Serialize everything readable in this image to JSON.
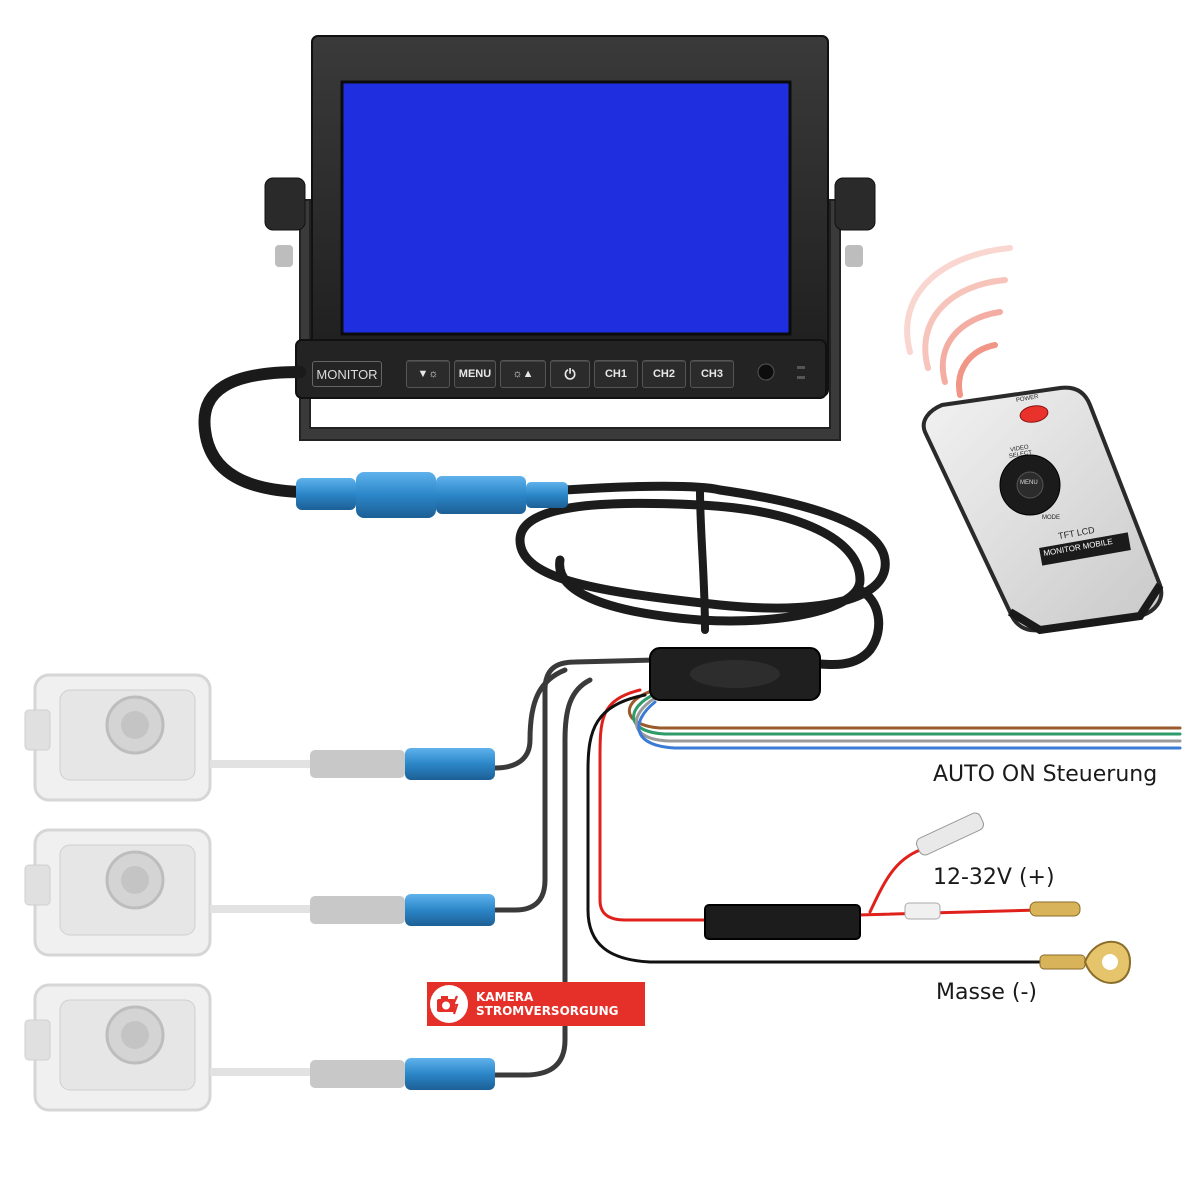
{
  "monitor": {
    "label": "MONITOR",
    "buttons": {
      "brightness_down": "▼☼",
      "menu": "MENU",
      "brightness_up": "☼▲",
      "power": "⏻",
      "ch1": "CH1",
      "ch2": "CH2",
      "ch3": "CH3"
    },
    "screen_color": "#1f2fe0"
  },
  "remote": {
    "power_label": "POWER",
    "video_select_label": "VIDEO SELECT",
    "menu_label": "MENU",
    "mode_label": "MODE",
    "model_label": "TFT LCD",
    "brand_label": "MONITOR MOBILE",
    "power_color": "#e8322b"
  },
  "captions": {
    "auto_on": "AUTO ON Steuerung",
    "voltage": "12-32V (+)",
    "ground": "Masse (-)"
  },
  "badge": {
    "line1": "KAMERA",
    "line2": "STROMVERSORGUNG",
    "color": "#e5302a"
  },
  "cameras": {
    "count": 3
  },
  "colors": {
    "connector_blue": "#2b86c8",
    "wire_red": "#e0211b",
    "wire_black": "#111111",
    "wire_brown": "#9a5a2b",
    "wire_blue": "#3a7bd5",
    "wire_green": "#2e9b6a"
  }
}
